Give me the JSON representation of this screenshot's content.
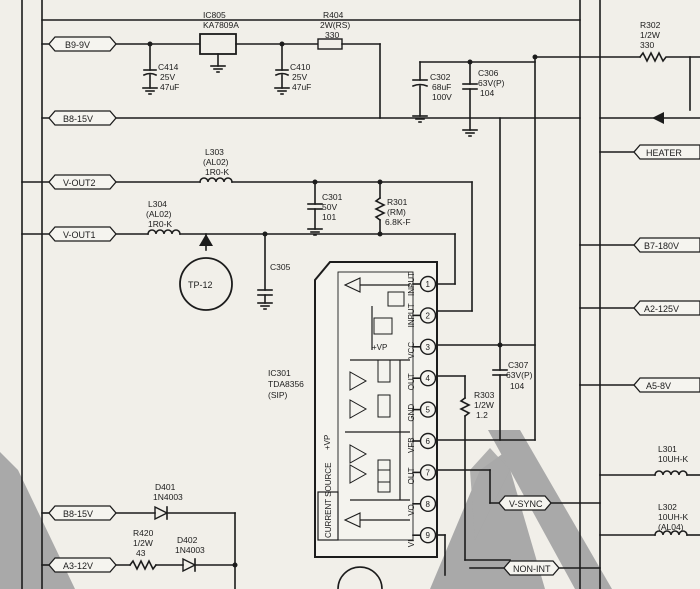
{
  "net_labels": {
    "b9_9v": "B9-9V",
    "b8_15v_top": "B8-15V",
    "v_out2": "V-OUT2",
    "v_out1": "V-OUT1",
    "b8_15v_bottom": "B8-15V",
    "a3_12v": "A3-12V",
    "heater": "HEATER",
    "b7_180v": "B7-180V",
    "a2_125v": "A2-125V",
    "a5_8v": "A5-8V",
    "v_sync": "V-SYNC",
    "non_int": "NON-INT"
  },
  "test_point": "TP-12",
  "components": {
    "ic805": {
      "ref": "IC805",
      "part": "KA7809A"
    },
    "r404": {
      "ref": "R404",
      "spec": "2W(RS)",
      "value": "330"
    },
    "c414": {
      "ref": "C414",
      "voltage": "25V",
      "value": "47uF"
    },
    "c410": {
      "ref": "C410",
      "voltage": "25V",
      "value": "47uF"
    },
    "c302": {
      "ref": "C302",
      "value": "68uF",
      "voltage": "100V"
    },
    "c306": {
      "ref": "C306",
      "voltage": "63V(P)",
      "value": "104"
    },
    "r302": {
      "ref": "R302",
      "spec": "1/2W",
      "value": "330"
    },
    "l303": {
      "ref": "L303",
      "type": "(AL02)",
      "value": "1R0-K"
    },
    "l304": {
      "ref": "L304",
      "type": "(AL02)",
      "value": "1R0-K"
    },
    "c301": {
      "ref": "C301",
      "voltage": "50V",
      "value": "101"
    },
    "r301": {
      "ref": "R301",
      "type": "(RM)",
      "value": "6.8K-F"
    },
    "c305": {
      "ref": "C305"
    },
    "ic301": {
      "ref": "IC301",
      "part": "TDA8356",
      "pkg": "(SIP)"
    },
    "c307": {
      "ref": "C307",
      "voltage": "63V(P)",
      "value": "104"
    },
    "r303": {
      "ref": "R303",
      "spec": "1/2W",
      "value": "1.2"
    },
    "d401": {
      "ref": "D401",
      "part": "1N4003"
    },
    "d402": {
      "ref": "D402",
      "part": "1N4003"
    },
    "r420": {
      "ref": "R420",
      "spec": "1/2W",
      "value": "43"
    },
    "l301": {
      "ref": "L301",
      "value": "10UH-K"
    },
    "l302": {
      "ref": "L302",
      "value": "10UH-K",
      "type": "(AL04)"
    }
  },
  "ic_pins": [
    {
      "num": "1",
      "name": "INPUT"
    },
    {
      "num": "2",
      "name": "INPUT"
    },
    {
      "num": "3",
      "name": "VCC"
    },
    {
      "num": "4",
      "name": "OUT"
    },
    {
      "num": "5",
      "name": "GND"
    },
    {
      "num": "6",
      "name": "VFB"
    },
    {
      "num": "7",
      "name": "OUT"
    },
    {
      "num": "8",
      "name": "VO"
    },
    {
      "num": "9",
      "name": "VI"
    }
  ],
  "ic_internal": {
    "vp1": "+VP",
    "vp2": "+VP",
    "current_source": "CURRENT SOURCE"
  }
}
